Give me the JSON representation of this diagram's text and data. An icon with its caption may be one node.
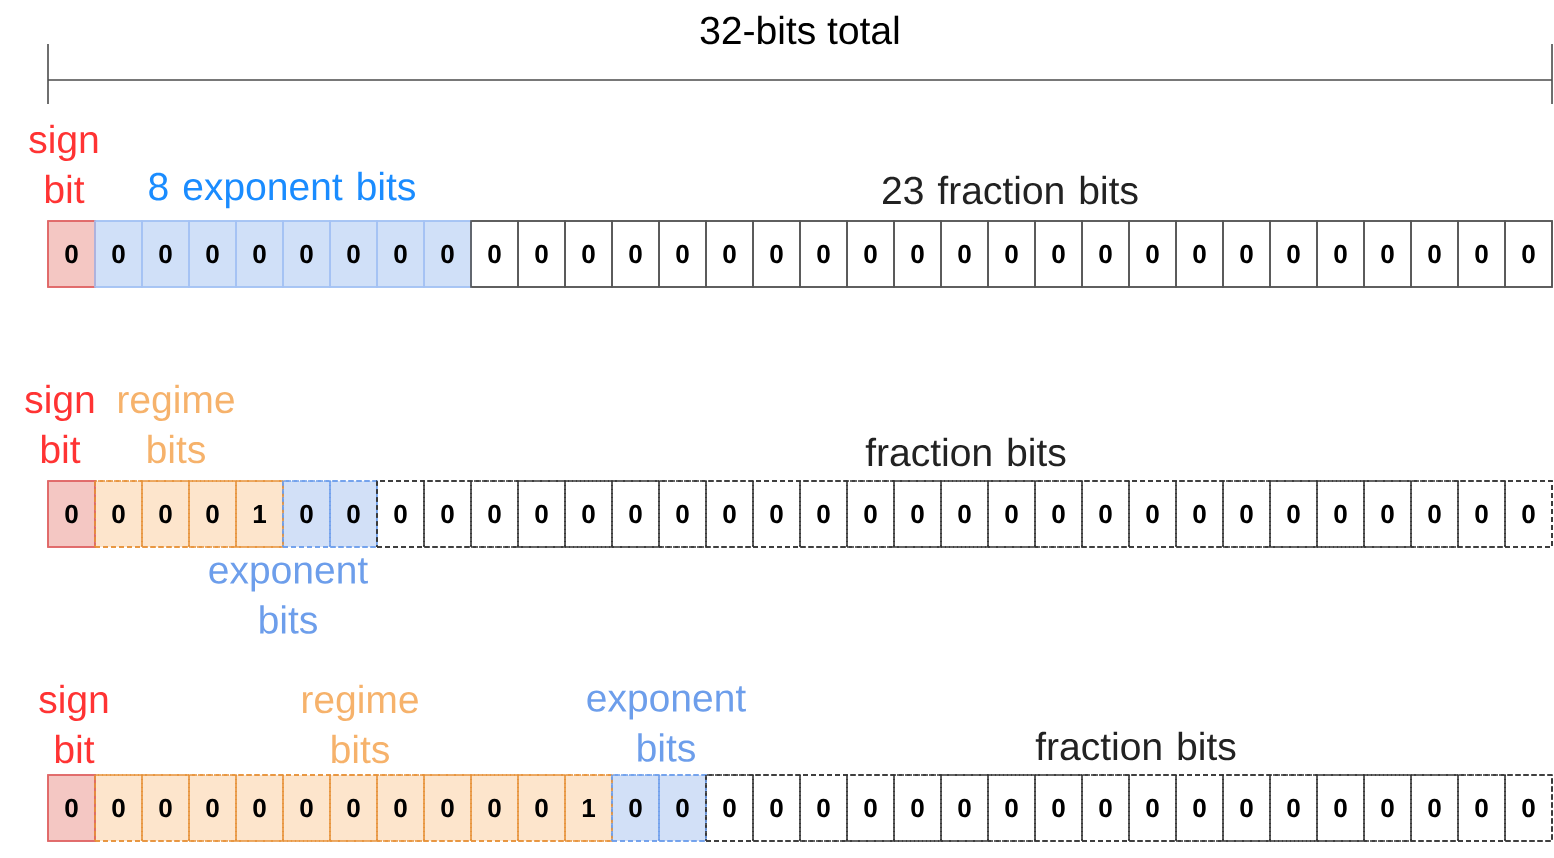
{
  "diagram": {
    "nodes": [
      {
        "text": [
          "sign bit"
        ]
      },
      {
        "text": [
          "0"
        ],
        "in": 0
      },
      {
        "text": [
          "8 exponent bits"
        ]
      },
      {
        "text": [
          "0"
        ],
        "in": 2
      },
      {
        "text": [
          "0"
        ],
        "in": 2
      },
      {
        "text": [
          "0"
        ],
        "in": 2
      },
      {
        "text": [
          "0"
        ],
        "in": 2
      },
      {
        "text": [
          "0"
        ],
        "in": 2
      },
      {
        "text": [
          "0"
        ],
        "in": 2
      },
      {
        "text": [
          "0"
        ],
        "in": 2
      },
      {
        "text": [
          "0"
        ],
        "in": 2
      },
      {
        "text": [
          "23 fraction bits"
        ]
      },
      {
        "text": [
          "0"
        ],
        "in": 11
      },
      {
        "text": [
          "0"
        ],
        "in": 11
      },
      {
        "text": [
          "0"
        ],
        "in": 11
      },
      {
        "text": [
          "0"
        ],
        "in": 11
      },
      {
        "text": [
          "0"
        ],
        "in": 11
      },
      {
        "text": [
          "0"
        ],
        "in": 11
      },
      {
        "text": [
          "0"
        ],
        "in": 11
      },
      {
        "text": [
          "0"
        ],
        "in": 11
      },
      {
        "text": [
          "0"
        ],
        "in": 11
      },
      {
        "text": [
          "0"
        ],
        "in": 11
      },
      {
        "text": [
          "0"
        ],
        "in": 11
      },
      {
        "text": [
          "0"
        ],
        "in": 11
      },
      {
        "text": [
          "0"
        ],
        "in": 11
      },
      {
        "text": [
          "0"
        ],
        "in": 11
      },
      {
        "text": [
          "0"
        ],
        "in": 11
      },
      {
        "text": [
          "0"
        ],
        "in": 11
      },
      {
        "text": [
          "0"
        ],
        "in": 11
      },
      {
        "text": [
          "0"
        ],
        "in": 11
      },
      {
        "text": [
          "0"
        ],
        "in": 11
      },
      {
        "text": [
          "0"
        ],
        "in": 11
      },
      {
        "text": [
          "0"
        ],
        "in": 11
      },
      {
        "text": [
          "0"
        ],
        "in": 11
      },
      {
        "text": [
          "0"
        ],
        "in": 11
      },
      {
        "text": [
          "sign bit"
        ]
      },
      {
        "text": [
          "0"
        ],
        "in": 35
      },
      {
        "text": [
          "regime bits"
        ]
      },
      {
        "text": [
          "0"
        ],
        "in": 37
      },
      {
        "text": [
          "0"
        ],
        "in": 37
      },
      {
        "text": [
          "0"
        ],
        "in": 37
      },
      {
        "text": [
          "1"
        ],
        "in": 37
      },
      {
        "text": [
          "exponent bits"
        ]
      },
      {
        "text": [
          "0"
        ],
        "in": 42
      },
      {
        "text": [
          "0"
        ],
        "in": 42
      },
      {
        "text": [
          "fraction bits"
        ]
      },
      {
        "text": [
          "0"
        ],
        "in": 45
      },
      {
        "text": [
          "0"
        ],
        "in": 45
      },
      {
        "text": [
          "0"
        ],
        "in": 45
      },
      {
        "text": [
          "0"
        ],
        "in": 45
      },
      {
        "text": [
          "0"
        ],
        "in": 45
      },
      {
        "text": [
          "0"
        ],
        "in": 45
      },
      {
        "text": [
          "0"
        ],
        "in": 45
      },
      {
        "text": [
          "0"
        ],
        "in": 45
      },
      {
        "text": [
          "0"
        ],
        "in": 45
      },
      {
        "text": [
          "0"
        ],
        "in": 45
      },
      {
        "text": [
          "0"
        ],
        "in": 45
      },
      {
        "text": [
          "0"
        ],
        "in": 45
      },
      {
        "text": [
          "0"
        ],
        "in": 45
      },
      {
        "text": [
          "0"
        ],
        "in": 45
      },
      {
        "text": [
          "0"
        ],
        "in": 45
      },
      {
        "text": [
          "0"
        ],
        "in": 45
      },
      {
        "text": [
          "0"
        ],
        "in": 45
      },
      {
        "text": [
          "0"
        ],
        "in": 45
      },
      {
        "text": [
          "0"
        ],
        "in": 45
      },
      {
        "text": [
          "0"
        ],
        "in": 45
      },
      {
        "text": [
          "0"
        ],
        "in": 45
      },
      {
        "text": [
          "0"
        ],
        "in": 45
      },
      {
        "text": [
          "0"
        ],
        "in": 45
      },
      {
        "text": [
          "0"
        ],
        "in": 45
      },
      {
        "text": [
          "0"
        ],
        "in": 45
      },
      {
        "text": [
          "sign bit"
        ]
      },
      {
        "text": [
          "0"
        ],
        "in": 71
      },
      {
        "text": [
          "regime bits"
        ]
      },
      {
        "text": [
          "0"
        ],
        "in": 73
      },
      {
        "text": [
          "0"
        ],
        "in": 73
      },
      {
        "text": [
          "0"
        ],
        "in": 73
      },
      {
        "text": [
          "0"
        ],
        "in": 73
      },
      {
        "text": [
          "0"
        ],
        "in": 73
      },
      {
        "text": [
          "0"
        ],
        "in": 73
      },
      {
        "text": [
          "0"
        ],
        "in": 73
      },
      {
        "text": [
          "0"
        ],
        "in": 73
      },
      {
        "text": [
          "0"
        ],
        "in": 73
      },
      {
        "text": [
          "0"
        ],
        "in": 73
      },
      {
        "text": [
          "1"
        ],
        "in": 73
      },
      {
        "text": [
          "exponent bits"
        ]
      },
      {
        "text": [
          "0"
        ],
        "in": 85
      },
      {
        "text": [
          "0"
        ],
        "in": 85
      },
      {
        "text": [
          "fraction bits"
        ]
      },
      {
        "text": [
          "0"
        ],
        "in": 88
      },
      {
        "text": [
          "0"
        ],
        "in": 88
      },
      {
        "text": [
          "0"
        ],
        "in": 88
      },
      {
        "text": [
          "0"
        ],
        "in": 88
      },
      {
        "text": [
          "0"
        ],
        "in": 88
      },
      {
        "text": [
          "0"
        ],
        "in": 88
      },
      {
        "text": [
          "0"
        ],
        "in": 88
      },
      {
        "text": [
          "0"
        ],
        "in": 88
      },
      {
        "text": [
          "0"
        ],
        "in": 88
      },
      {
        "text": [
          "0"
        ],
        "in": 88
      },
      {
        "text": [
          "0"
        ],
        "in": 88
      },
      {
        "text": [
          "0"
        ],
        "in": 88
      },
      {
        "text": [
          "0"
        ],
        "in": 88
      },
      {
        "text": [
          "0"
        ],
        "in": 88
      },
      {
        "text": [
          "0"
        ],
        "in": 88
      },
      {
        "text": [
          "0"
        ],
        "in": 88
      },
      {
        "text": [
          "0"
        ],
        "in": 88
      },
      {
        "text": [
          "0"
        ],
        "in": 88
      }
    ],
    "labels": [
      "32-bits total"
    ]
  }
}
